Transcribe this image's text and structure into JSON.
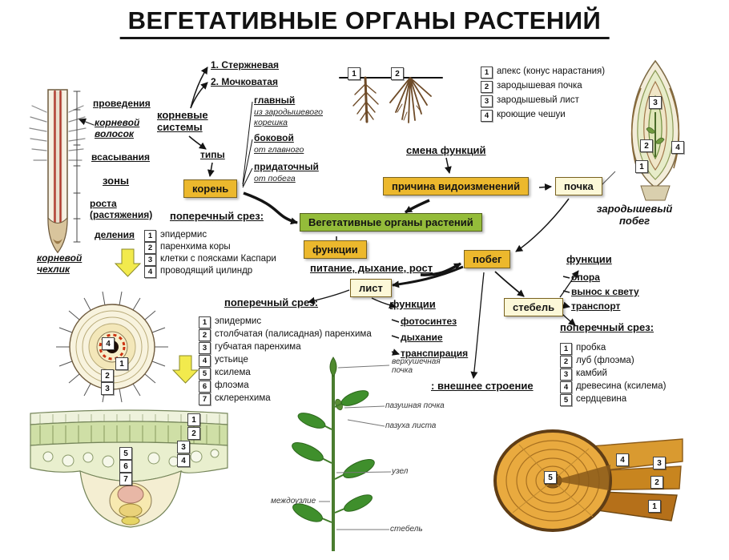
{
  "title": "ВЕГЕТАТИВНЫЕ ОРГАНЫ РАСТЕНИЙ",
  "root_tip": {
    "zones": [
      "проведения",
      "корневой волосок",
      "всасывания",
      "зоны",
      "роста (растяжения)",
      "деления"
    ],
    "cap": "корневой чехлик"
  },
  "root_systems": {
    "label": "корневые системы",
    "types_label": "типы",
    "type1": "1. Стержневая",
    "type2": "2. Мочковатая",
    "fig_markers": [
      "1",
      "2"
    ]
  },
  "root": {
    "box": "корень",
    "branches": [
      {
        "name": "главный",
        "note": "из зародышевого корешка"
      },
      {
        "name": "боковой",
        "note": "от главного"
      },
      {
        "name": "придаточный",
        "note": "от побега"
      }
    ],
    "cross_label": "поперечный срез:",
    "cross_items": [
      {
        "n": "1",
        "label": "эпидермис"
      },
      {
        "n": "2",
        "label": "паренхима коры"
      },
      {
        "n": "3",
        "label": "клетки с поясками Каспари"
      },
      {
        "n": "4",
        "label": "проводящий цилиндр"
      }
    ],
    "fig_markers": [
      "4",
      "1",
      "2",
      "3"
    ]
  },
  "center": {
    "main": "Вегетативные органы растений",
    "functions_box": "функции",
    "functions_text": "питание, дыхание, рост",
    "cause_box": "причина видоизменений",
    "cause_note": "смена функций",
    "shoot_box": "побег",
    "bud_box": "почка",
    "leaf_box": "лист",
    "stem_box": "стебель"
  },
  "bud": {
    "items": [
      {
        "n": "1",
        "label": "апекс (конус нарастания)"
      },
      {
        "n": "2",
        "label": "зародышевая почка"
      },
      {
        "n": "3",
        "label": "зародышевый лист"
      },
      {
        "n": "4",
        "label": "кроющие чешуи"
      }
    ],
    "caption": "зародышевый побег",
    "fig_markers": [
      "3",
      "2",
      "4",
      "1"
    ]
  },
  "leaf": {
    "cross_label": "поперечный срез:",
    "cross_items": [
      {
        "n": "1",
        "label": "эпидермис"
      },
      {
        "n": "2",
        "label": "столбчатая (палисадная) паренхима"
      },
      {
        "n": "3",
        "label": "губчатая паренхима"
      },
      {
        "n": "4",
        "label": "устьице"
      },
      {
        "n": "5",
        "label": "ксилема"
      },
      {
        "n": "6",
        "label": "флоэма"
      },
      {
        "n": "7",
        "label": "склеренхима"
      }
    ],
    "functions_label": "функции",
    "functions": [
      "фотосинтез",
      "дыхание",
      "транспирация"
    ],
    "fig_markers": [
      "1",
      "2",
      "3",
      "4",
      "5",
      "6",
      "7"
    ]
  },
  "stem": {
    "functions_label": "функции",
    "functions": [
      "опора",
      "вынос к свету",
      "транспорт"
    ],
    "cross_label": "поперечный срез:",
    "cross_items": [
      {
        "n": "1",
        "label": "пробка"
      },
      {
        "n": "2",
        "label": "луб (флоэма)"
      },
      {
        "n": "3",
        "label": "камбий"
      },
      {
        "n": "4",
        "label": "древесина (ксилема)"
      },
      {
        "n": "5",
        "label": "сердцевина"
      }
    ],
    "fig_markers": [
      "5",
      "4",
      "3",
      "2",
      "1"
    ]
  },
  "shoot": {
    "external_label": ": внешнее строение",
    "labels": [
      "верхушечная почка",
      "пазушная почка",
      "пазуха листа",
      "узел",
      "междоузлие",
      "стебель"
    ]
  }
}
